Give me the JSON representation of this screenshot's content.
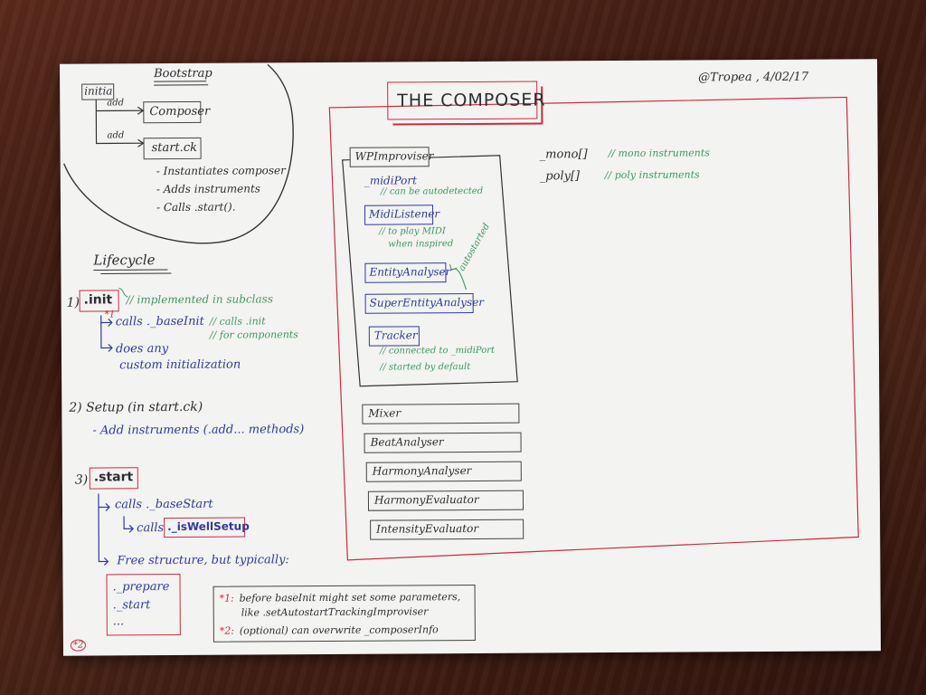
{
  "signature": "@Tropea , 4/02/17",
  "bootstrap": {
    "heading": "Bootstrap",
    "init_label": "initia",
    "add1": "add",
    "add2": "add",
    "composer_box": "Composer",
    "startck_box": "start.ck",
    "bullets": [
      "- Instantiates composer",
      "- Adds instruments",
      "- Calls  .start()."
    ]
  },
  "lifecycle": {
    "heading": "Lifecycle",
    "step1_num": "1)",
    "step1_box": ".init",
    "step1_note": "// implemented in subclass",
    "marker1": "*1",
    "calls_base": "calls  ._baseInit",
    "calls_base_note1": "// calls .init",
    "calls_base_note2": "// for components",
    "custom1": "does any",
    "custom2": "custom initialization",
    "step2": "2)  Setup  (in start.ck)",
    "step2_detail": "- Add instruments (.add... methods)",
    "step3_num": "3)",
    "step3_box": ".start",
    "calls_start": "calls  ._baseStart",
    "calls_label": "calls",
    "well_setup": "._isWellSetup",
    "free": "Free structure, but typically:",
    "prepare": "._prepare",
    "start": "._start",
    "ellipsis": "...",
    "marker2": "*2"
  },
  "footnotes": {
    "n1_marker": "*1:",
    "n1_line1": "before baseInit might set some parameters,",
    "n1_line2": "like .setAutostartTrackingImproviser",
    "n2_marker": "*2:",
    "n2_line": "(optional) can overwrite  _composerInfo"
  },
  "composer": {
    "title": "THE COMPOSER",
    "improviser_box": "WPImproviser",
    "midiport": "_midiPort",
    "midiport_note": "// can be autodetected",
    "midilistener": "MidiListener",
    "midilistener_note1": "// to play MIDI",
    "midilistener_note2": "when inspired",
    "entity": "EntityAnalyser",
    "autostarted": "autostarted",
    "superentity": "SuperEntityAnalyser",
    "tracker": "Tracker",
    "tracker_note1": "// connected to _midiPort",
    "tracker_note2": "// started by default",
    "components": [
      "Mixer",
      "BeatAnalyser",
      "HarmonyAnalyser",
      "HarmonyEvaluator",
      "IntensityEvaluator"
    ],
    "mono": "_mono[]",
    "mono_note": "// mono instruments",
    "poly": "_poly[]",
    "poly_note": "// poly instruments"
  }
}
